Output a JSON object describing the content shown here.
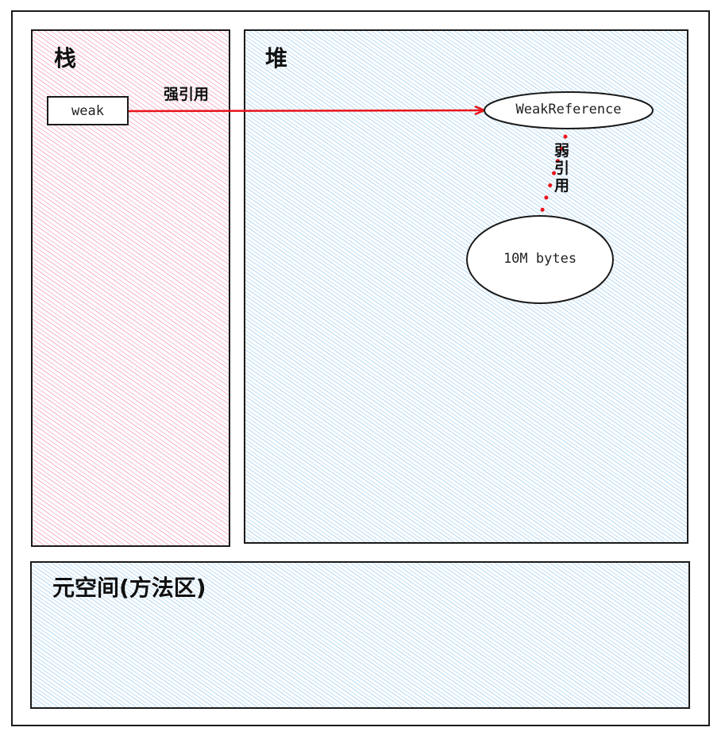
{
  "regions": {
    "stack": {
      "title": "栈",
      "color": "#e8508a"
    },
    "heap": {
      "title": "堆",
      "color": "#5aa9e6"
    },
    "metaspace": {
      "title": "元空间(方法区)",
      "color": "#5aa9e6"
    }
  },
  "nodes": {
    "weak_var": {
      "label": "weak"
    },
    "weak_reference": {
      "label": "WeakReference"
    },
    "bytes_object": {
      "label": "10M bytes"
    }
  },
  "edges": {
    "strong_ref": {
      "label": "强引用",
      "color": "#e8141c",
      "style": "solid-arrow"
    },
    "weak_ref": {
      "label_chars": [
        "弱",
        "引",
        "用"
      ],
      "color": "#e8141c",
      "style": "dotted"
    }
  }
}
